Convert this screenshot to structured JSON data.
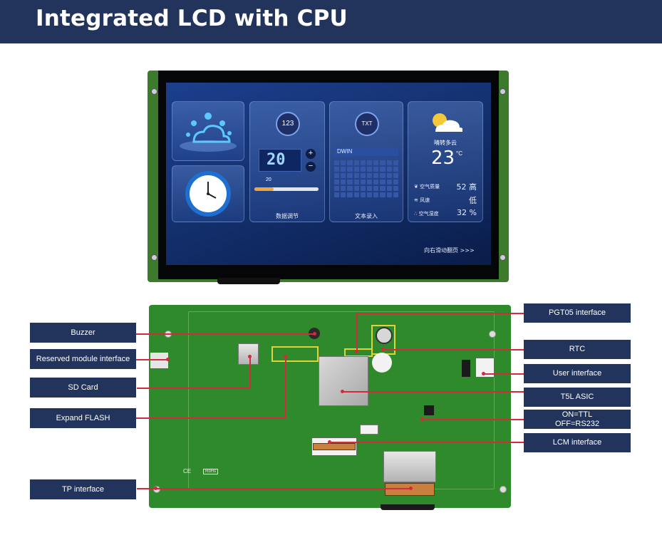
{
  "header": {
    "title": "Integrated LCD with CPU"
  },
  "screen": {
    "number_icon_label": "123",
    "digit_value": "20",
    "slider_value_label": "20",
    "slider_level": 0.3,
    "card_adjust_label": "数据调节",
    "txt_icon_label": "TXT",
    "keyboard_input_text": "DWIN",
    "card_text_label": "文本录入",
    "weather_desc": "晴转多云",
    "temperature": "23",
    "temperature_unit": "°C",
    "air_quality_label": "空气质量",
    "air_quality_value": "52 高",
    "wind_label": "风速",
    "wind_value": "低",
    "humidity_label": "空气湿度",
    "humidity_value": "32 %",
    "swipe_hint": "向右滑动翻页 >>>"
  },
  "board": {
    "marking_ce": "CE",
    "marking_rohs": "RoHs"
  },
  "callouts": {
    "left": {
      "buzzer": "Buzzer",
      "reserved": "Reserved module interface",
      "sd_card": "SD Card",
      "flash": "Expand FLASH",
      "tp": "TP interface"
    },
    "right": {
      "pgt05": "PGT05 interface",
      "rtc": "RTC",
      "user": "User interface",
      "asic": "T5L ASIC",
      "ttl_line1": "ON=TTL",
      "ttl_line2": "OFF=RS232",
      "lcm": "LCM interface"
    }
  },
  "colors": {
    "header_bg": "#22345c",
    "callout_bg": "#22345c",
    "pointer_line": "#d22b3c",
    "pcb_green": "#2f8a2b"
  }
}
